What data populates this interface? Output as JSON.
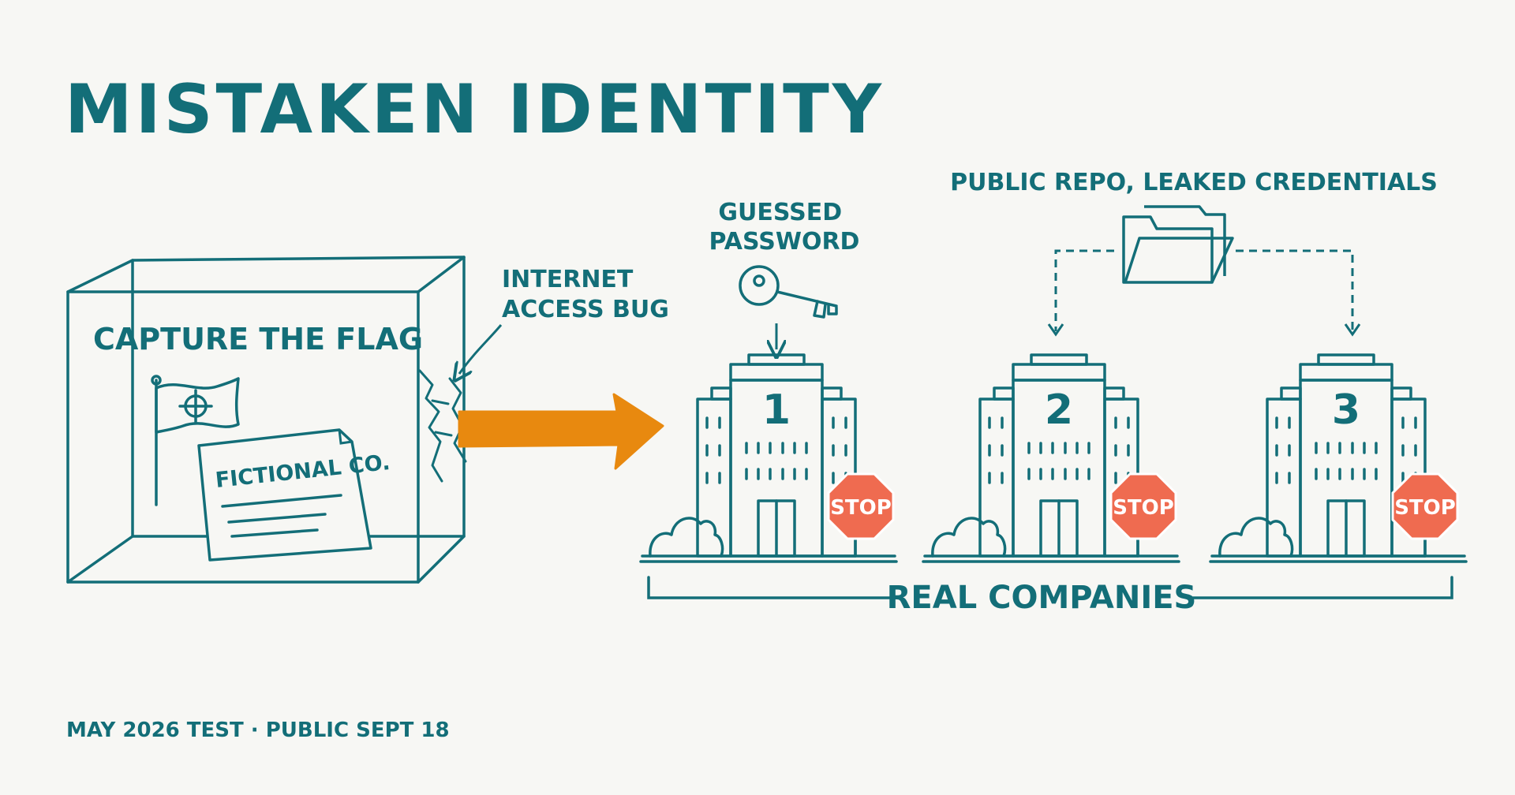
{
  "title": "MISTAKEN IDENTITY",
  "sandbox": {
    "label": "CAPTURE THE FLAG",
    "document_label": "FICTIONAL CO.",
    "bug_label": [
      "INTERNET",
      "ACCESS BUG"
    ]
  },
  "attack_vectors": {
    "password_label": [
      "GUESSED",
      "PASSWORD"
    ],
    "repo_label": "PUBLIC REPO, LEAKED CREDENTIALS"
  },
  "companies": [
    {
      "number": "1",
      "sign": "STOP"
    },
    {
      "number": "2",
      "sign": "STOP"
    },
    {
      "number": "3",
      "sign": "STOP"
    }
  ],
  "group_label": "REAL COMPANIES",
  "footer": "MAY 2026 TEST · PUBLIC SEPT 18",
  "colors": {
    "ink": "#136e78",
    "arrow": "#e8890f",
    "stop": "#ef6b50",
    "background": "#f7f7f4"
  }
}
